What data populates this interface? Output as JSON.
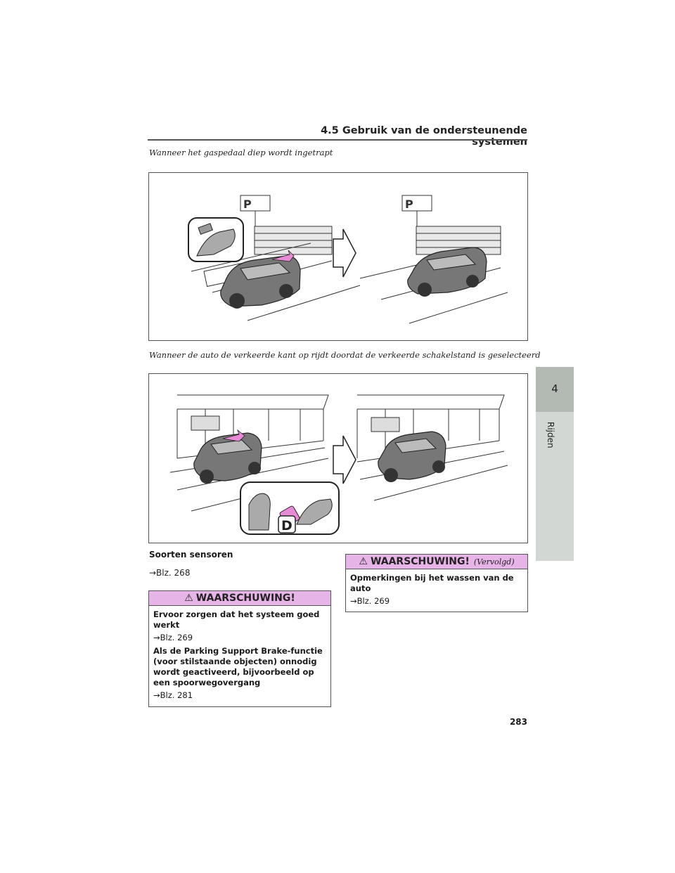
{
  "header": {
    "section": "4.5 Gebruik van de ondersteunende systemen"
  },
  "figure1": {
    "caption": "Wanneer het gaspedaal diep wordt ingetrapt"
  },
  "figure2": {
    "caption": "Wanneer de auto de verkeerde kant op rijdt doordat de verkeerde schakelstand is geselecteerd",
    "gear_letter": "D"
  },
  "chapter": {
    "number": "4",
    "label": "Rijden"
  },
  "sensors": {
    "heading": "Soorten sensoren",
    "ref": "→Blz. 268"
  },
  "warning1": {
    "title": "WAARSCHUWING!",
    "items": [
      {
        "heading": "Ervoor zorgen dat het systeem goed werkt",
        "ref": "→Blz. 269"
      },
      {
        "heading": "Als de Parking Support Brake-functie (voor stilstaande objecten) onnodig wordt geactiveerd, bijvoorbeeld op een spoorwegovergang",
        "ref": "→Blz. 281"
      }
    ]
  },
  "warning2": {
    "title": "WAARSCHUWING!",
    "continued": "(Vervolgd)",
    "items": [
      {
        "heading": "Opmerkingen bij het wassen van de auto",
        "ref": "→Blz. 269"
      }
    ]
  },
  "page": {
    "number": "283"
  },
  "colors": {
    "warning_header": "#e6b4e6",
    "chapter_tab": "#b3b9b3",
    "chapter_side": "#d3d7d3",
    "arrow_highlight": "#e88ad6"
  }
}
